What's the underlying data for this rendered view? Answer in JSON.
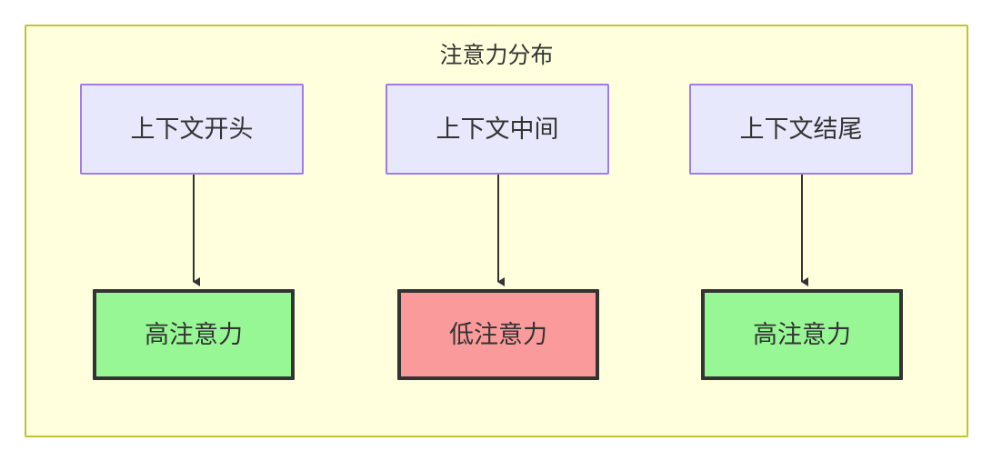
{
  "diagram": {
    "title": "注意力分布",
    "background_color": "#ffffdd",
    "border_color": "#c2c235",
    "source_node_fill": "#e8e8fc",
    "source_node_border": "#a07ce8",
    "high_attention_fill": "#97f795",
    "low_attention_fill": "#fa9a9a",
    "result_node_border": "#333333",
    "edge_color": "#333333",
    "text_color": "#333333",
    "columns": [
      {
        "source_label": "上下文开头",
        "result_label": "高注意力",
        "result_state": "high"
      },
      {
        "source_label": "上下文中间",
        "result_label": "低注意力",
        "result_state": "low"
      },
      {
        "source_label": "上下文结尾",
        "result_label": "高注意力",
        "result_state": "high"
      }
    ],
    "edges": [
      {
        "from": "上下文开头",
        "to": "高注意力",
        "arrow": "down-arrow"
      },
      {
        "from": "上下文中间",
        "to": "低注意力",
        "arrow": "down-arrow"
      },
      {
        "from": "上下文结尾",
        "to": "高注意力",
        "arrow": "down-arrow"
      }
    ]
  }
}
